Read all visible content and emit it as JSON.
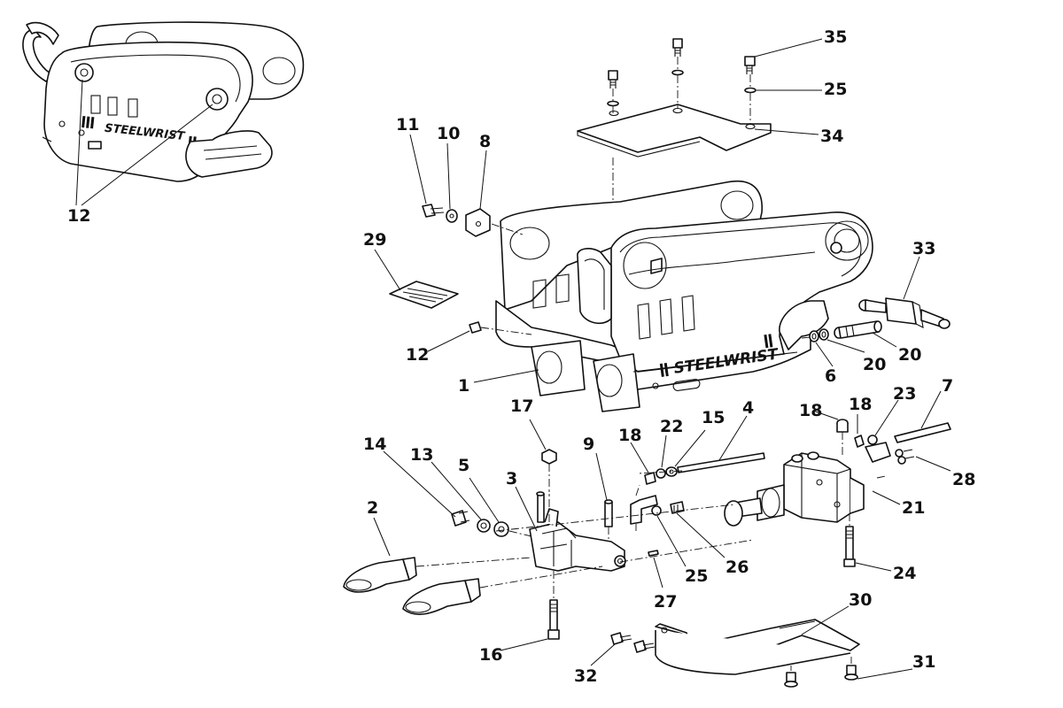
{
  "brand": {
    "main": "STEELWRIST",
    "thumbnail": "STEELWRIST"
  },
  "callouts": [
    {
      "id": "c35",
      "label": "35"
    },
    {
      "id": "c25a",
      "label": "25"
    },
    {
      "id": "c34",
      "label": "34"
    },
    {
      "id": "c11",
      "label": "11"
    },
    {
      "id": "c10",
      "label": "10"
    },
    {
      "id": "c8",
      "label": "8"
    },
    {
      "id": "c29",
      "label": "29"
    },
    {
      "id": "c12a",
      "label": "12"
    },
    {
      "id": "c12b",
      "label": "12"
    },
    {
      "id": "c1",
      "label": "1"
    },
    {
      "id": "c33",
      "label": "33"
    },
    {
      "id": "c6",
      "label": "6"
    },
    {
      "id": "c20a",
      "label": "20"
    },
    {
      "id": "c20b",
      "label": "20"
    },
    {
      "id": "c7",
      "label": "7"
    },
    {
      "id": "c23",
      "label": "23"
    },
    {
      "id": "c18a",
      "label": "18"
    },
    {
      "id": "c18b",
      "label": "18"
    },
    {
      "id": "c28",
      "label": "28"
    },
    {
      "id": "c4",
      "label": "4"
    },
    {
      "id": "c15",
      "label": "15"
    },
    {
      "id": "c21",
      "label": "21"
    },
    {
      "id": "c24",
      "label": "24"
    },
    {
      "id": "c22",
      "label": "22"
    },
    {
      "id": "c18c",
      "label": "18"
    },
    {
      "id": "c9",
      "label": "9"
    },
    {
      "id": "c17",
      "label": "17"
    },
    {
      "id": "c3",
      "label": "3"
    },
    {
      "id": "c5",
      "label": "5"
    },
    {
      "id": "c13",
      "label": "13"
    },
    {
      "id": "c14",
      "label": "14"
    },
    {
      "id": "c2",
      "label": "2"
    },
    {
      "id": "c25b",
      "label": "25"
    },
    {
      "id": "c26",
      "label": "26"
    },
    {
      "id": "c27",
      "label": "27"
    },
    {
      "id": "c16",
      "label": "16"
    },
    {
      "id": "c30",
      "label": "30"
    },
    {
      "id": "c31",
      "label": "31"
    },
    {
      "id": "c32",
      "label": "32"
    }
  ]
}
